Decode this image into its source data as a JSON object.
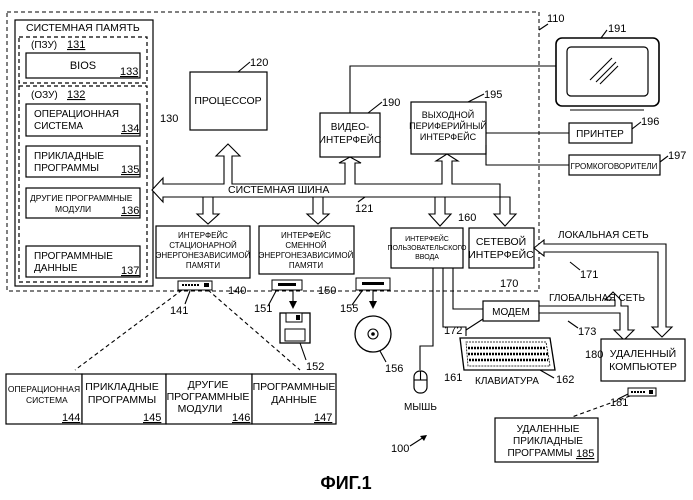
{
  "figure": {
    "caption": "ФИГ.1",
    "overall_ref": "100"
  },
  "computer": {
    "ref": "110"
  },
  "system_memory": {
    "label": "СИСТЕМНАЯ ПАМЯТЬ",
    "ref": "130",
    "rom": {
      "label": "(ПЗУ)",
      "ref": "131"
    },
    "bios": {
      "label": "BIOS",
      "ref": "133"
    },
    "ram": {
      "label": "(ОЗУ)",
      "ref": "132"
    },
    "os": {
      "line1": "ОПЕРАЦИОННАЯ",
      "line2": "СИСТЕМА",
      "ref": "134"
    },
    "apps": {
      "line1": "ПРИКЛАДНЫЕ",
      "line2": "ПРОГРАММЫ",
      "ref": "135"
    },
    "other_modules": {
      "line1": "ДРУГИЕ ПРОГРАММНЫЕ",
      "line2": "МОДУЛИ",
      "ref": "136"
    },
    "program_data": {
      "line1": "ПРОГРАММНЫЕ",
      "line2": "ДАННЫЕ",
      "ref": "137"
    }
  },
  "processor": {
    "label": "ПРОЦЕССОР",
    "ref": "120"
  },
  "video_interface": {
    "line1": "ВИДЕО-",
    "line2": "ИНТЕРФЕЙС",
    "ref": "190"
  },
  "output_peripheral": {
    "line1": "ВЫХОДНОЙ",
    "line2": "ПЕРИФЕРИЙНЫЙ",
    "line3": "ИНТЕРФЕЙС",
    "ref": "195"
  },
  "monitor": {
    "ref": "191"
  },
  "printer": {
    "label": "ПРИНТЕР",
    "ref": "196"
  },
  "speakers": {
    "label": "ГРОМКОГОВОРИТЕЛИ",
    "ref": "197"
  },
  "system_bus": {
    "label": "СИСТЕМНАЯ ШИНА",
    "ref": "121"
  },
  "nonremovable_if": {
    "line1": "ИНТЕРФЕЙС",
    "line2": "СТАЦИОНАРНОЙ",
    "line3": "ЭНЕРГОНЕЗАВИСИМОЙ",
    "line4": "ПАМЯТИ",
    "ref": "140"
  },
  "removable_if": {
    "line1": "ИНТЕРФЕЙС",
    "line2": "СМЕННОЙ",
    "line3": "ЭНЕРГОНЕЗАВИСИМОЙ",
    "line4": "ПАМЯТИ",
    "ref": "150"
  },
  "user_input_if": {
    "line1": "ИНТЕРФЕЙС",
    "line2": "ПОЛЬЗОВАТЕЛЬСКОГО",
    "line3": "ВВОДА",
    "ref": "160"
  },
  "network_if": {
    "line1": "СЕТЕВОЙ",
    "line2": "ИНТЕРФЕЙС",
    "ref": "170"
  },
  "lan": {
    "label": "ЛОКАЛЬНАЯ СЕТЬ",
    "ref": "171"
  },
  "wan": {
    "label": "ГЛОБАЛЬНАЯ СЕТЬ",
    "ref": "173"
  },
  "modem": {
    "label": "МОДЕМ",
    "ref": "172"
  },
  "keyboard": {
    "label": "КЛАВИАТУРА",
    "ref": "162"
  },
  "mouse": {
    "label": "МЫШЬ",
    "ref": "161"
  },
  "remote_computer": {
    "line1": "УДАЛЕННЫЙ",
    "line2": "КОМПЬЮТЕР",
    "ref": "180",
    "disk_ref": "181"
  },
  "remote_apps": {
    "line1": "УДАЛЕННЫЕ",
    "line2": "ПРИКЛАДНЫЕ",
    "line3": "ПРОГРАММЫ",
    "ref": "185"
  },
  "hard_disk": {
    "ref": "141"
  },
  "floppy_drive": {
    "ref": "151"
  },
  "floppy": {
    "ref": "152"
  },
  "optical_drive": {
    "ref": "155"
  },
  "optical_disk": {
    "ref": "156"
  },
  "disk_contents": {
    "os": {
      "line1": "ОПЕРАЦИОННАЯ",
      "line2": "СИСТЕМА",
      "ref": "144"
    },
    "apps": {
      "line1": "ПРИКЛАДНЫЕ",
      "line2": "ПРОГРАММЫ",
      "ref": "145"
    },
    "other_modules": {
      "line1": "ДРУГИЕ",
      "line2": "ПРОГРАММНЫЕ",
      "line3": "МОДУЛИ",
      "ref": "146"
    },
    "program_data": {
      "line1": "ПРОГРАММНЫЕ",
      "line2": "ДАННЫЕ",
      "ref": "147"
    }
  }
}
